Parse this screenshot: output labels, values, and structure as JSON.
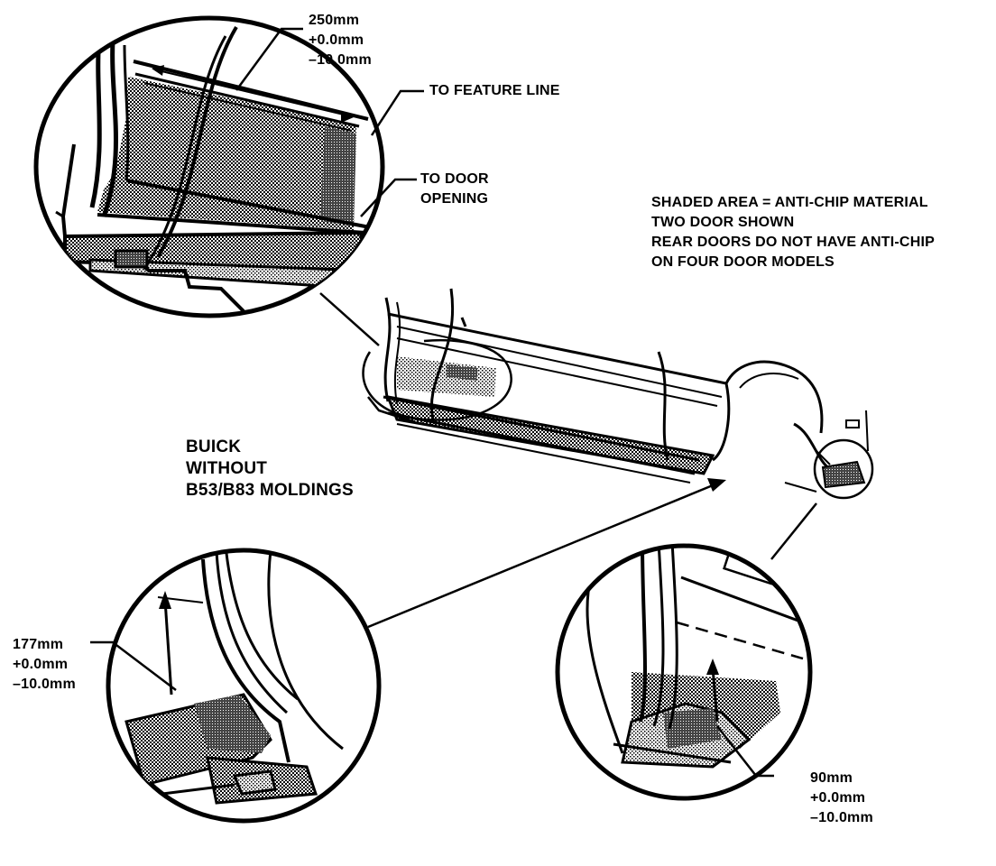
{
  "dimension_top": {
    "lines": [
      "250mm",
      "+0.0mm",
      "–10.0mm"
    ]
  },
  "callout_feature_line": {
    "lines": [
      "TO FEATURE LINE"
    ]
  },
  "callout_door_opening": {
    "lines": [
      "TO DOOR",
      "OPENING"
    ]
  },
  "notes": {
    "lines": [
      "SHADED AREA = ANTI-CHIP MATERIAL",
      "TWO DOOR SHOWN",
      "REAR DOORS DO NOT HAVE ANTI-CHIP",
      "ON FOUR DOOR MODELS"
    ]
  },
  "model_label": {
    "lines": [
      "BUICK",
      "WITHOUT",
      "B53/B83 MOLDINGS"
    ]
  },
  "dimension_left": {
    "lines": [
      "177mm",
      "+0.0mm",
      "–10.0mm"
    ]
  },
  "dimension_right": {
    "lines": [
      "90mm",
      "+0.0mm",
      "–10.0mm"
    ]
  },
  "colors": {
    "ink": "#000000",
    "paper": "#ffffff",
    "shade": "#8a8a8a"
  }
}
